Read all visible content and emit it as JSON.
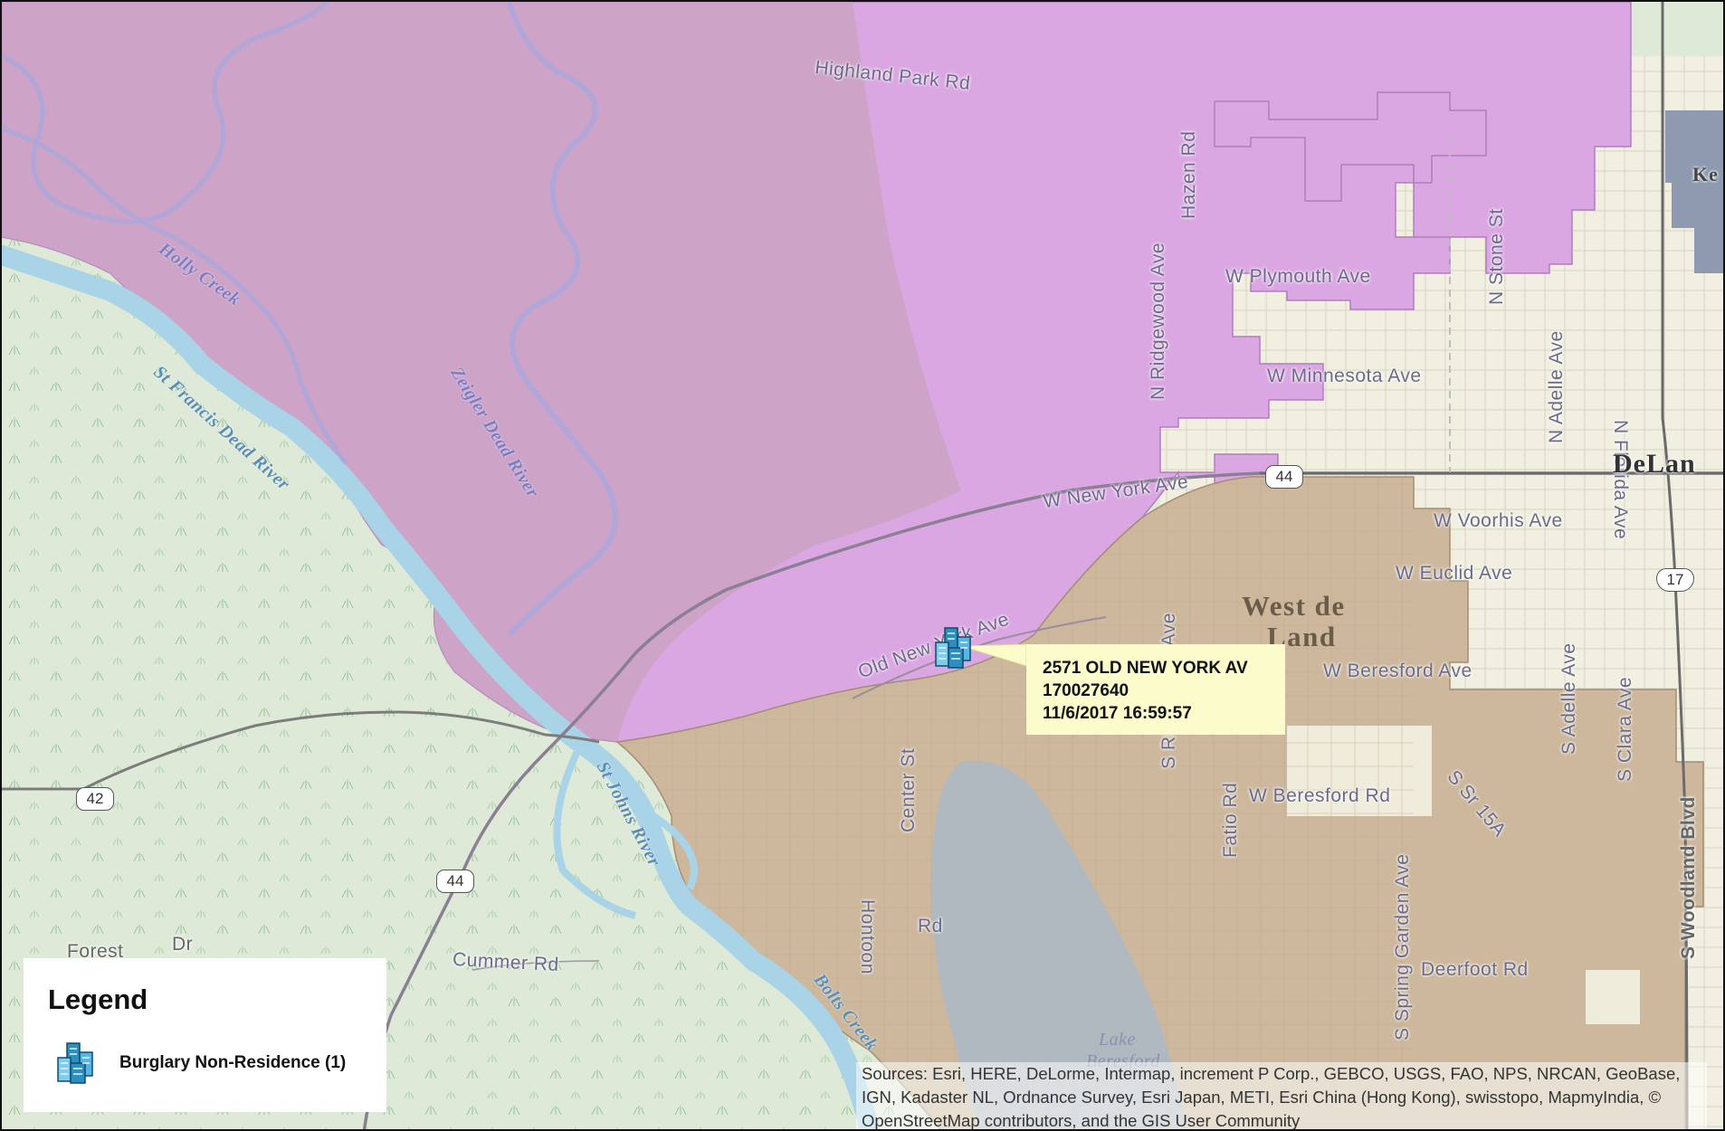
{
  "map": {
    "roads": {
      "highland_park": "Highland Park Rd",
      "w_new_york": "W New York Ave",
      "old_new_york": "Old New York Ave",
      "hazen": "Hazen Rd",
      "ridgewood": "N Ridgewood Ave",
      "stone": "N Stone St",
      "plymouth": "W Plymouth Ave",
      "minnesota": "W Minnesota Ave",
      "n_adelle": "N Adelle Ave",
      "florida": "N Florida Ave",
      "voorhis": "W Voorhis Ave",
      "euclid": "W Euclid Ave",
      "beresford_ave": "W Beresford Ave",
      "s_adelle": "S Adelle Ave",
      "clara": "S Clara Ave",
      "s_ridge": "S Ridgewood Ave",
      "center": "Center St",
      "hontoon": "Hontoon",
      "rd": "Rd",
      "fatio": "Fatio Rd",
      "beresford_rd": "W Beresford Rd",
      "spring_garden": "S Spring Garden Ave",
      "sr15a": "S Sr 15A",
      "woodland": "S Woodland Blvd",
      "deerfoot": "Deerfoot Rd",
      "cummer": "Cummer Rd",
      "forest": "Forest",
      "dr": "Dr"
    },
    "water": {
      "holly_creek": "Holly Creek",
      "st_francis": "St Francis Dead River",
      "zeigler": "Zeigler Dead River",
      "st_johns": "St Johns River",
      "bolts": "Bolts Creek",
      "lake": "Lake",
      "lake2": "Beresford"
    },
    "places": {
      "west_deland_1": "West de",
      "west_deland_2": "Land",
      "deland": "DeLan",
      "ke": "Ke"
    },
    "shields": {
      "sr44_east": "44",
      "sr44_west": "44",
      "sr42": "42",
      "us17": "17"
    }
  },
  "incident": {
    "icon": "burglary-building-icon",
    "address": "2571 OLD NEW YORK AV",
    "case_number": "170027640",
    "datetime": "11/6/2017 16:59:57"
  },
  "legend": {
    "title": "Legend",
    "items": [
      {
        "icon": "burglary-building-icon",
        "label": "Burglary Non-Residence (1)"
      }
    ]
  },
  "attribution": "Sources: Esri, HERE, DeLorme, Intermap, increment P Corp., GEBCO, USGS, FAO, NPS, NRCAN, GeoBase, IGN, Kadaster NL, Ordnance Survey, Esri Japan, METI, Esri China (Hong Kong), swisstopo, MapmyIndia, © OpenStreetMap contributors, and the GIS User Community",
  "colors": {
    "zone_purple": "#dba7e2",
    "zone_brown": "#cdb89d",
    "land_green": "#dfe9d8",
    "river": "#a9d3e6",
    "callout_bg": "#fcfbcc"
  }
}
